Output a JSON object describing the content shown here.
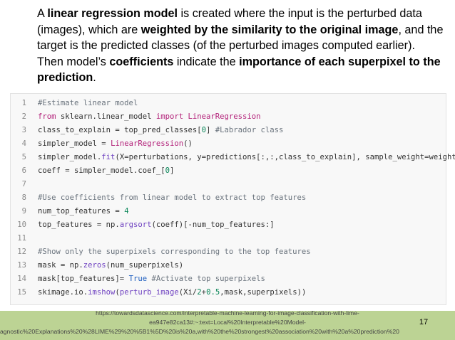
{
  "intro": {
    "t1": "A ",
    "b1": "linear regression model",
    "t2": " is created where the input is the perturbed data (images), which are ",
    "b2": "weighted by the similarity to the original image",
    "t3": ", and the target is the predicted classes (of the perturbed images computed earlier). Then model’s ",
    "b3": "coefficients",
    "t4": " indicate the ",
    "b4": "importance of each superpixel to the prediction",
    "t5": "."
  },
  "code": {
    "lines": [
      {
        "n": "1",
        "segs": [
          {
            "t": "#Estimate linear model",
            "c": "cm"
          }
        ]
      },
      {
        "n": "2",
        "segs": [
          {
            "t": "from",
            "c": "kw"
          },
          {
            "t": " sklearn.linear_model ",
            "c": ""
          },
          {
            "t": "import",
            "c": "kw"
          },
          {
            "t": " ",
            "c": ""
          },
          {
            "t": "LinearRegression",
            "c": "cls"
          }
        ]
      },
      {
        "n": "3",
        "segs": [
          {
            "t": "class_to_explain = top_pred_classes[",
            "c": ""
          },
          {
            "t": "0",
            "c": "num"
          },
          {
            "t": "] ",
            "c": ""
          },
          {
            "t": "#Labrador class",
            "c": "cm"
          }
        ]
      },
      {
        "n": "4",
        "segs": [
          {
            "t": "simpler_model = ",
            "c": ""
          },
          {
            "t": "LinearRegression",
            "c": "cls"
          },
          {
            "t": "()",
            "c": ""
          }
        ]
      },
      {
        "n": "5",
        "segs": [
          {
            "t": "simpler_model.",
            "c": ""
          },
          {
            "t": "fit",
            "c": "fn"
          },
          {
            "t": "(X=perturbations, y=predictions[:,:,class_to_explain], sample_weight=weights)",
            "c": ""
          }
        ]
      },
      {
        "n": "6",
        "segs": [
          {
            "t": "coeff = simpler_model.coef_[",
            "c": ""
          },
          {
            "t": "0",
            "c": "num"
          },
          {
            "t": "]",
            "c": ""
          }
        ]
      },
      {
        "n": "7",
        "segs": []
      },
      {
        "n": "8",
        "segs": [
          {
            "t": "#Use coefficients from linear model to extract top features",
            "c": "cm"
          }
        ]
      },
      {
        "n": "9",
        "segs": [
          {
            "t": "num_top_features = ",
            "c": ""
          },
          {
            "t": "4",
            "c": "num"
          }
        ]
      },
      {
        "n": "10",
        "segs": [
          {
            "t": "top_features = np.",
            "c": ""
          },
          {
            "t": "argsort",
            "c": "fn"
          },
          {
            "t": "(coeff)[-num_top_features:]",
            "c": ""
          }
        ]
      },
      {
        "n": "11",
        "segs": []
      },
      {
        "n": "12",
        "segs": [
          {
            "t": "#Show only the superpixels corresponding to the top features",
            "c": "cm"
          }
        ]
      },
      {
        "n": "13",
        "segs": [
          {
            "t": "mask = np.",
            "c": ""
          },
          {
            "t": "zeros",
            "c": "fn"
          },
          {
            "t": "(num_superpixels)",
            "c": ""
          }
        ]
      },
      {
        "n": "14",
        "segs": [
          {
            "t": "mask[top_features]= ",
            "c": ""
          },
          {
            "t": "True",
            "c": "const"
          },
          {
            "t": " ",
            "c": ""
          },
          {
            "t": "#Activate top superpixels",
            "c": "cm"
          }
        ]
      },
      {
        "n": "15",
        "segs": [
          {
            "t": "skimage.io.",
            "c": ""
          },
          {
            "t": "imshow",
            "c": "fn"
          },
          {
            "t": "(",
            "c": ""
          },
          {
            "t": "perturb_image",
            "c": "fn"
          },
          {
            "t": "(Xi/",
            "c": ""
          },
          {
            "t": "2",
            "c": "num"
          },
          {
            "t": "+",
            "c": ""
          },
          {
            "t": "0.5",
            "c": "num"
          },
          {
            "t": ",mask,superpixels))",
            "c": ""
          }
        ]
      }
    ]
  },
  "footer": {
    "url_line1": "https://towardsdatascience.com/interpretable-machine-learning-for-image-classification-with-lime-",
    "url_line2": "ea947e82ca13#:~:text=Local%20Interpretable%20Model-",
    "url_line3": "agnostic%20Explanations%20%28LIME%29%20%5B1%5D%20is%20a,with%20the%20strongest%20association%20with%20a%20prediction%20",
    "page_number": "17"
  },
  "colors": {
    "keyword": "#b3227a",
    "comment": "#6a737d",
    "function": "#6f42c1",
    "number": "#098658",
    "footer_bar": "#bcd394"
  }
}
